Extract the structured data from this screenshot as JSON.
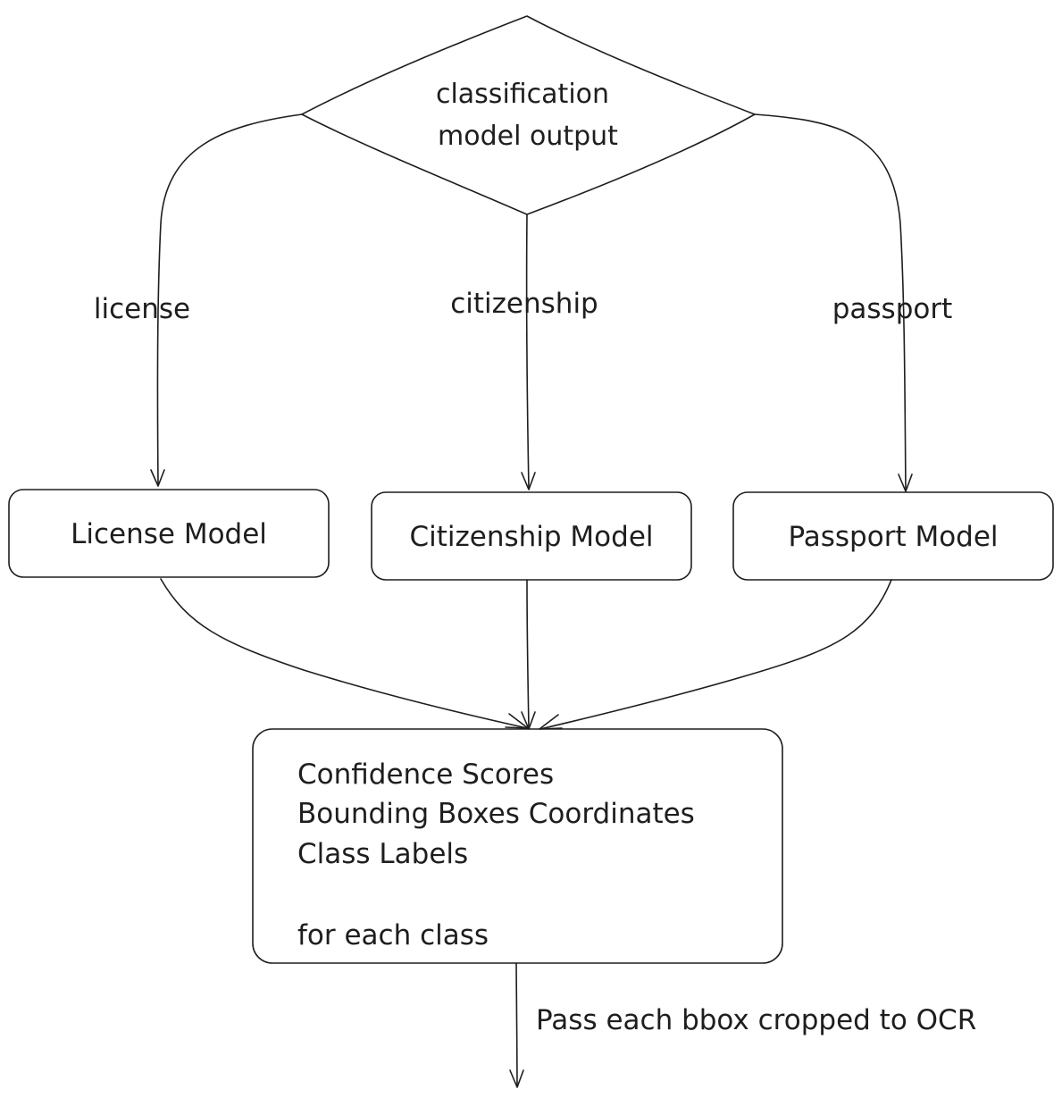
{
  "decision": {
    "line1": "classification",
    "line2": "model output"
  },
  "edges": {
    "license": "license",
    "citizenship": "citizenship",
    "passport": "passport",
    "ocr": "Pass each bbox cropped to OCR"
  },
  "models": {
    "license": "License Model",
    "citizenship": "Citizenship Model",
    "passport": "Passport Model"
  },
  "output": {
    "line1": "Confidence Scores",
    "line2": "Bounding Boxes Coordinates",
    "line3": "Class Labels",
    "line4": "for each class"
  }
}
